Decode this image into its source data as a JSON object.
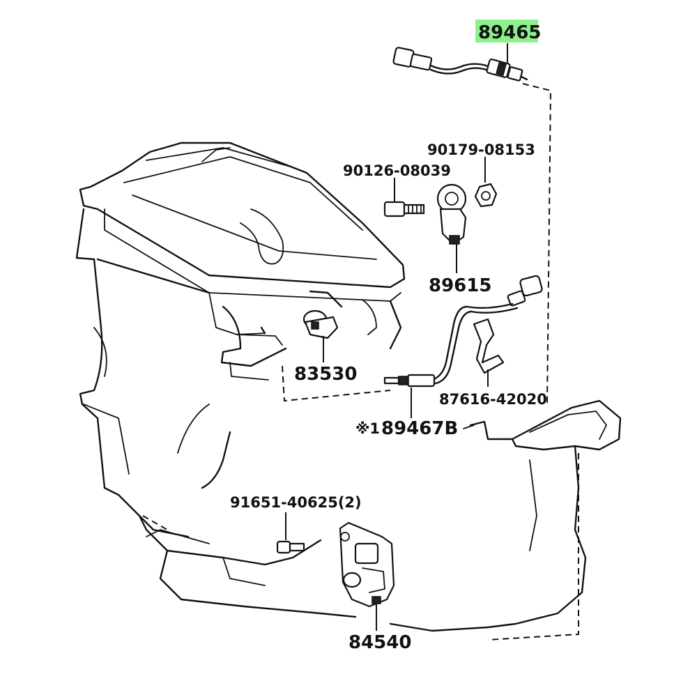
{
  "colors": {
    "highlight": "#8ef08b",
    "ink": "#111111",
    "background": "#ffffff"
  },
  "labels": {
    "part_89465": "89465",
    "part_90179_08153": "90179-08153",
    "part_90126_08039": "90126-08039",
    "part_89615": "89615",
    "part_83530": "83530",
    "part_87616_42020": "87616-42020",
    "part_89467b_marker": "※1",
    "part_89467b": "89467B",
    "part_91651_40625": "91651-40625(2)",
    "part_84540": "84540"
  }
}
